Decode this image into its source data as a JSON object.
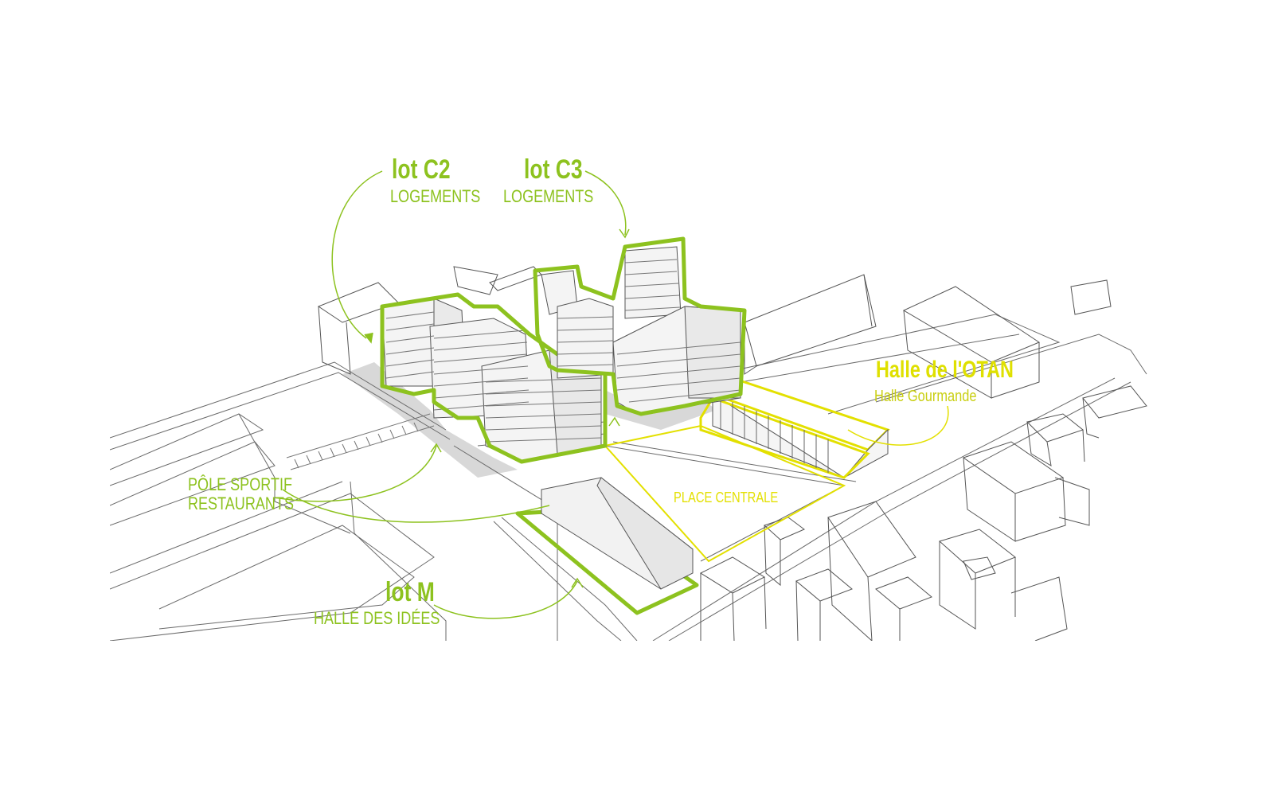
{
  "colors": {
    "green": "#8dc21f",
    "yellow": "#e3e000",
    "sketch": "#555555",
    "shadow": "#d6d6d6",
    "building_fill": "#f4f4f4"
  },
  "labels": {
    "lot_c2": {
      "title": "lot C2",
      "subtitle": "LOGEMENTS"
    },
    "lot_c3": {
      "title": "lot C3",
      "subtitle": "LOGEMENTS"
    },
    "halle_otan": {
      "title": "Halle de l'OTAN",
      "subtitle": "Halle Gourmande"
    },
    "pole_sportif": {
      "line1": "PÔLE SPORTIF",
      "line2": "RESTAURANTS"
    },
    "place_centrale": {
      "label": "PLACE CENTRALE"
    },
    "lot_m": {
      "title": "lot M",
      "subtitle": "HALLE DES IDÉES"
    }
  }
}
